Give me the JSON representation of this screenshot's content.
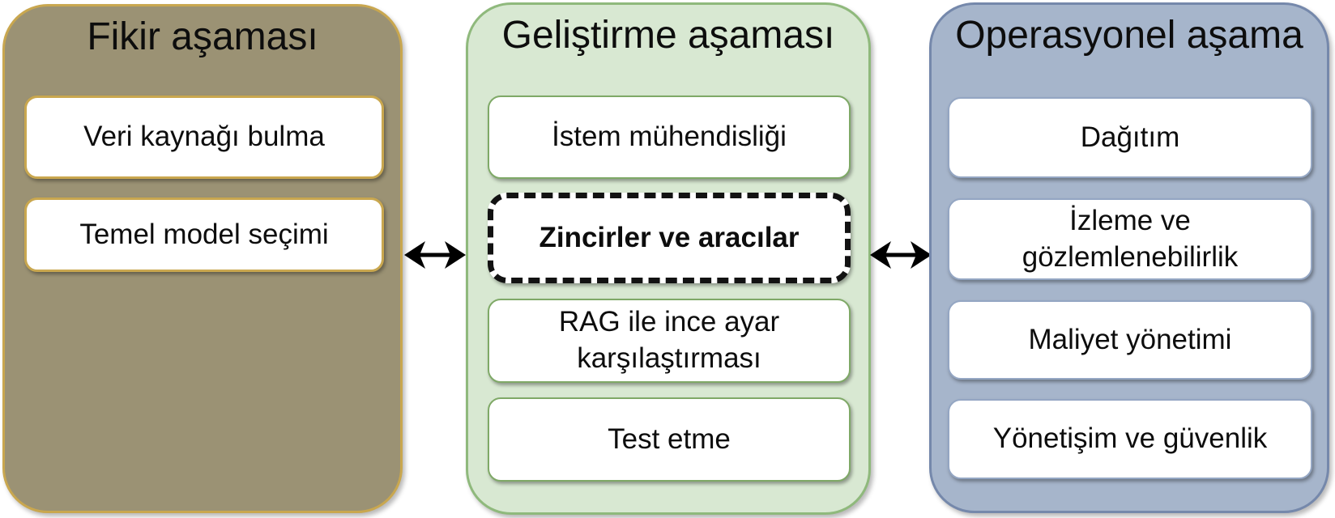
{
  "columns": [
    {
      "title": "Fikir aşaması",
      "theme": "idea",
      "bg_color": "#9B9274",
      "border_color": "#C9A74F",
      "boxes": [
        {
          "label": "Veri kaynağı bulma",
          "highlighted": false
        },
        {
          "label": "Temel model seçimi",
          "highlighted": false
        }
      ]
    },
    {
      "title": "Geliştirme aşaması",
      "theme": "development",
      "bg_color": "#D8E8D2",
      "border_color": "#8FB97C",
      "boxes": [
        {
          "label": "İstem mühendisliği",
          "highlighted": false
        },
        {
          "label": "Zincirler ve aracılar",
          "highlighted": true
        },
        {
          "label": "RAG ile ince ayar karşılaştırması",
          "highlighted": false
        },
        {
          "label": "Test etme",
          "highlighted": false
        }
      ]
    },
    {
      "title": "Operasyonel aşama",
      "theme": "operational",
      "bg_color": "#A6B5CB",
      "border_color": "#7588AB",
      "boxes": [
        {
          "label": "Dağıtım",
          "highlighted": false
        },
        {
          "label": "İzleme ve gözlemlenebilirlik",
          "highlighted": false
        },
        {
          "label": "Maliyet yönetimi",
          "highlighted": false
        },
        {
          "label": "Yönetişim ve güvenlik",
          "highlighted": false
        }
      ]
    }
  ],
  "highlight_style": {
    "border": "dashed",
    "color": "#121212",
    "bold_text": true
  },
  "arrows": [
    {
      "between": "Fikir aşaması ↔ Geliştirme aşaması",
      "type": "double-headed",
      "color": "#000000"
    },
    {
      "between": "Geliştirme aşaması ↔ Operasyonel aşama",
      "type": "double-headed",
      "color": "#000000"
    }
  ],
  "text_color": "#0d0d0d",
  "box_fill": "#ffffff"
}
